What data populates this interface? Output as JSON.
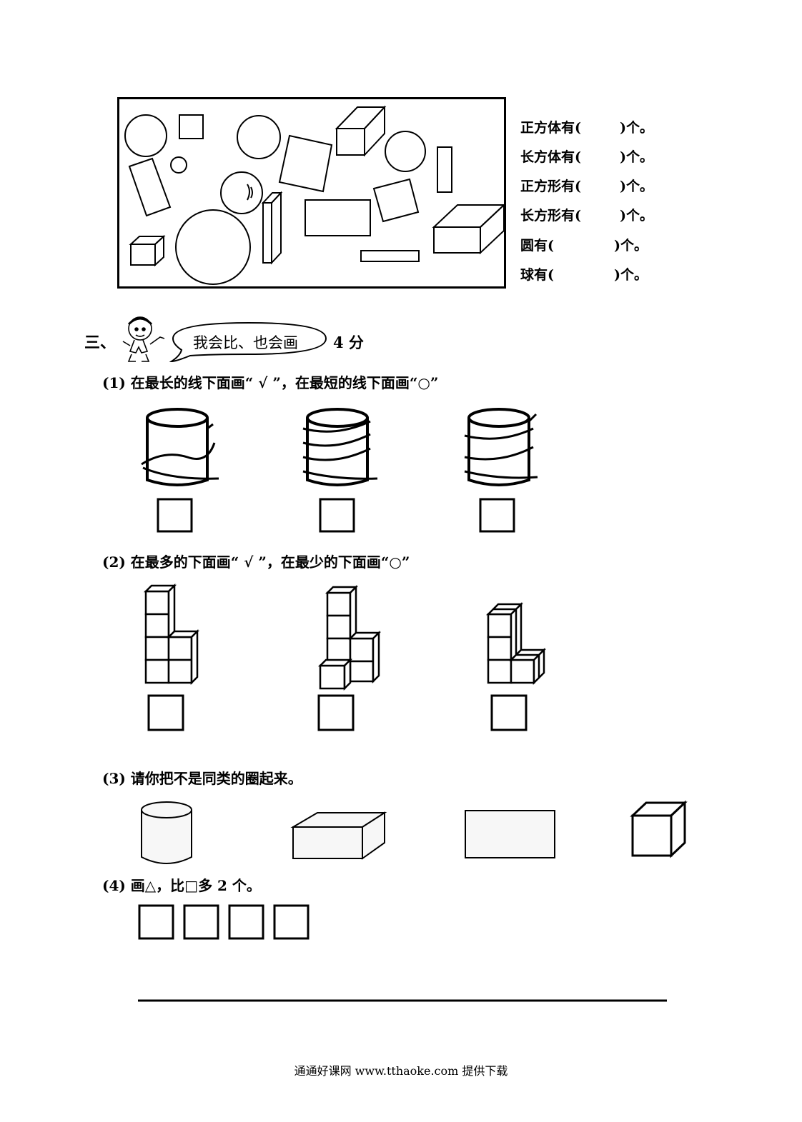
{
  "counting": {
    "items": [
      {
        "label": "正方体有(",
        "suffix": ")个。"
      },
      {
        "label": "长方体有(",
        "suffix": ")个。"
      },
      {
        "label": "正方形有(",
        "suffix": ")个。"
      },
      {
        "label": "长方形有(",
        "suffix": ")个。"
      },
      {
        "label": "圆有(",
        "suffix": ")个。"
      },
      {
        "label": "球有(",
        "suffix": ")个。"
      }
    ]
  },
  "section3": {
    "number": "三、",
    "bubble": "我会比、也会画",
    "score": "4 分"
  },
  "questions": {
    "q1": "(1)  在最长的线下面画“ √ ”，在最短的线下面画“○”",
    "q2": "(2)  在最多的下面画“ √ ”，在最少的下面画“○”",
    "q3": "(3)  请你把不是同类的圈起来。",
    "q4": "(4)  画△，比□多 2 个。"
  },
  "footer": "通通好课网  www.tthaoke.com  提供下载"
}
